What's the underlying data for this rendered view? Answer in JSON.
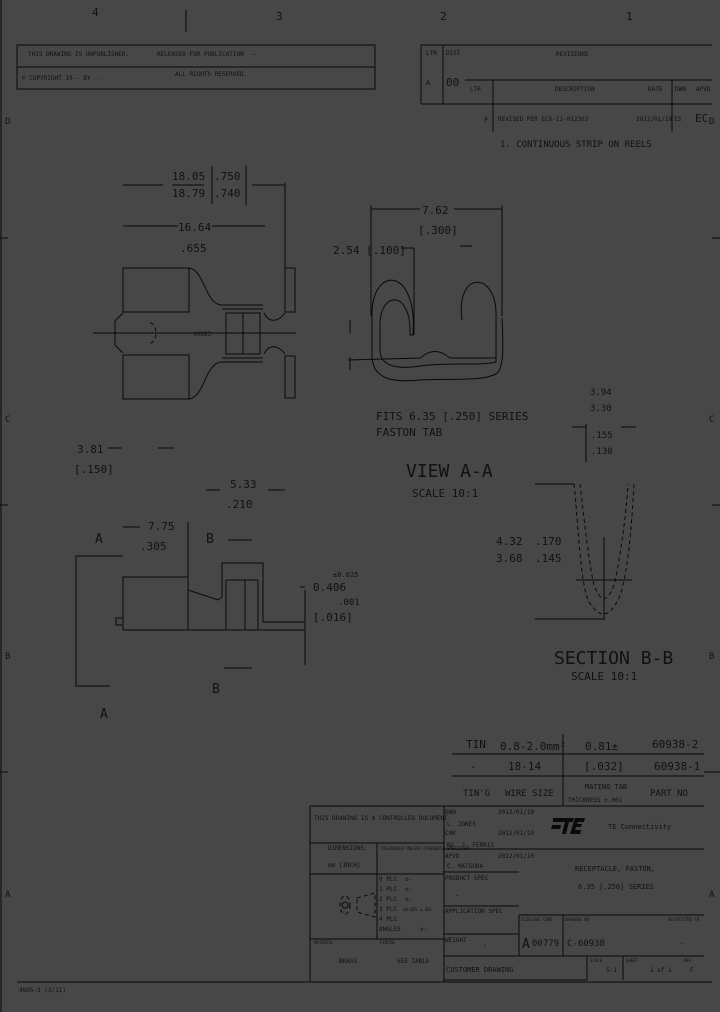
{
  "zones": {
    "top": [
      "4",
      "3",
      "2",
      "1"
    ],
    "side": [
      "D",
      "C",
      "B",
      "A"
    ]
  },
  "top_left_block": {
    "row1_left": "THIS DRAWING IS UNPUBLISHED.",
    "row1_mid": "RELEASED FOR PUBLICATION",
    "row1_right": "--",
    "row2_left": "© COPYRIGHT 19-- BY --",
    "row2_mid": "ALL RIGHTS RESERVED."
  },
  "revisions": {
    "title": "REVISIONS",
    "dist_label": "DIST",
    "dist_value": "00",
    "lp_label": "LTR",
    "desc_label": "DESCRIPTION",
    "date_label": "DATE",
    "dwn_label": "DWN",
    "apvd_label": "APVD",
    "side_label": "A",
    "row": {
      "ltr": "F",
      "desc": "REVISED PER ECO-12-012363",
      "date": "2012/01/10",
      "dwn": "IS",
      "apvd": "EC"
    }
  },
  "notes": [
    "1. CONTINUOUS STRIP ON REELS"
  ],
  "top_view": {
    "dim_overall": "18.05",
    "dim_overall_low": "18.79",
    "dim_overall_in": ".750",
    "dim_overall_in_low": ".740",
    "dim_length": "16.64",
    "dim_length_in": ".655",
    "label": "90283"
  },
  "view_aa": {
    "dim_width": "7.62",
    "dim_width_in": "[.300]",
    "dim_gap": "2.54 [.100]",
    "note_line1": "FITS 6.35 [.250] SERIES",
    "note_line2": "FASTON TAB",
    "title": "VIEW A-A",
    "scale": "SCALE 10:1"
  },
  "side_view": {
    "dim_a": "3.81",
    "dim_a_in": "[.150]",
    "dim_b": "5.33",
    "dim_b_in": ".210",
    "dim_c": "7.75",
    "dim_c_in": ".305",
    "dim_thk": "0.406",
    "dim_thk_tol_plus": "±0.025",
    "dim_thk_tol": ".001",
    "dim_thk_in": "[.016]",
    "section_a": "A",
    "section_b": "B"
  },
  "section_bb": {
    "dim_top": "3.94",
    "dim_top_low": "3.30",
    "dim_top_in": ".155",
    "dim_top_in_low": ".130",
    "dim_h": "4.32",
    "dim_h_low": "3.68",
    "dim_h_in": ".170",
    "dim_h_in_low": ".145",
    "title": "SECTION B-B",
    "scale": "SCALE 10:1"
  },
  "part_table": {
    "headers": [
      "TIN'G",
      "WIRE SIZE",
      "MATING TAB",
      "PART NO"
    ],
    "mating_tab_sub": "THICKNESS ±.001",
    "rows": [
      [
        "TIN",
        "0.8-2.0mm²",
        "0.81±",
        "60938-2"
      ],
      [
        "-",
        "18-14",
        "[.032]",
        "60938-1"
      ]
    ]
  },
  "title_block": {
    "controlled": "THIS DRAWING IS A CONTROLLED DOCUMENT.",
    "dimensions_label": "DIMENSIONS:",
    "dimensions_value": "mm [INCH]",
    "tolerances_label": "TOLERANCES UNLESS OTHERWISE SPECIFIED:",
    "tol_rows": [
      [
        "0 PLC",
        "±-"
      ],
      [
        "1 PLC",
        "±-"
      ],
      [
        "2 PLC",
        "±-"
      ],
      [
        "3 PLC",
        "±0.025 ±.001"
      ],
      [
        "4 PLC",
        ""
      ],
      [
        "ANGLES",
        "±-"
      ]
    ],
    "material_label": "MATERIAL",
    "material_value": "BRASS",
    "finish_label": "FINISH",
    "finish_value": "SEE TABLE",
    "dwn_label": "DWN",
    "dwn_name": "L. JONES",
    "dwn_date": "2012/01/10",
    "chk_label": "CHK",
    "chk_name": "NG. J. FERRIS",
    "chk_date": "2012/01/10",
    "appr_label": "APVD",
    "appr_name": "C. MATSUDA",
    "appr_date": "2012/01/10",
    "product_spec_label": "PRODUCT SPEC",
    "product_spec_value": "-",
    "application_spec_label": "APPLICATION SPEC",
    "weight_label": "WEIGHT",
    "weight_value": "-",
    "company": "TE Connectivity",
    "title_line1": "RECEPTACLE, FASTON,",
    "title_line2": "6.35 [.250] SERIES",
    "size_label": "SIZE",
    "cage_label": "CAGE CODE",
    "drawing_no_label": "DRAWING NO",
    "restricted_label": "RESTRICTED TO",
    "size_value": "A",
    "cage_value": "00779",
    "drawing_no": "C-60938",
    "restricted_value": "-",
    "customer_drawing": "CUSTOMER DRAWING",
    "scale_label": "SCALE",
    "scale_value": "5:1",
    "sheet_label": "SHEET",
    "sheet_value": "1 of 1",
    "rev_label": "REV",
    "rev_value": "F",
    "footer_code": "4805-3 (3/11)"
  },
  "colors": {
    "background": "#474747",
    "linework": "#0a0a0a"
  }
}
